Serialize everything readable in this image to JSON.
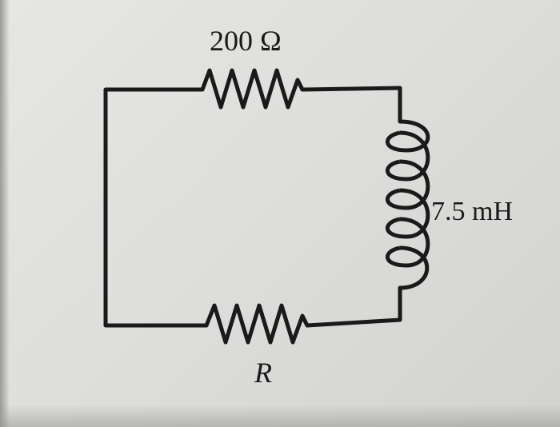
{
  "diagram": {
    "resistor_top_label": "200 Ω",
    "inductor_label": "7.5 mH",
    "resistor_bottom_label": "R"
  },
  "colors": {
    "wire": "#1a1a1a",
    "background": "#e2e2df"
  }
}
